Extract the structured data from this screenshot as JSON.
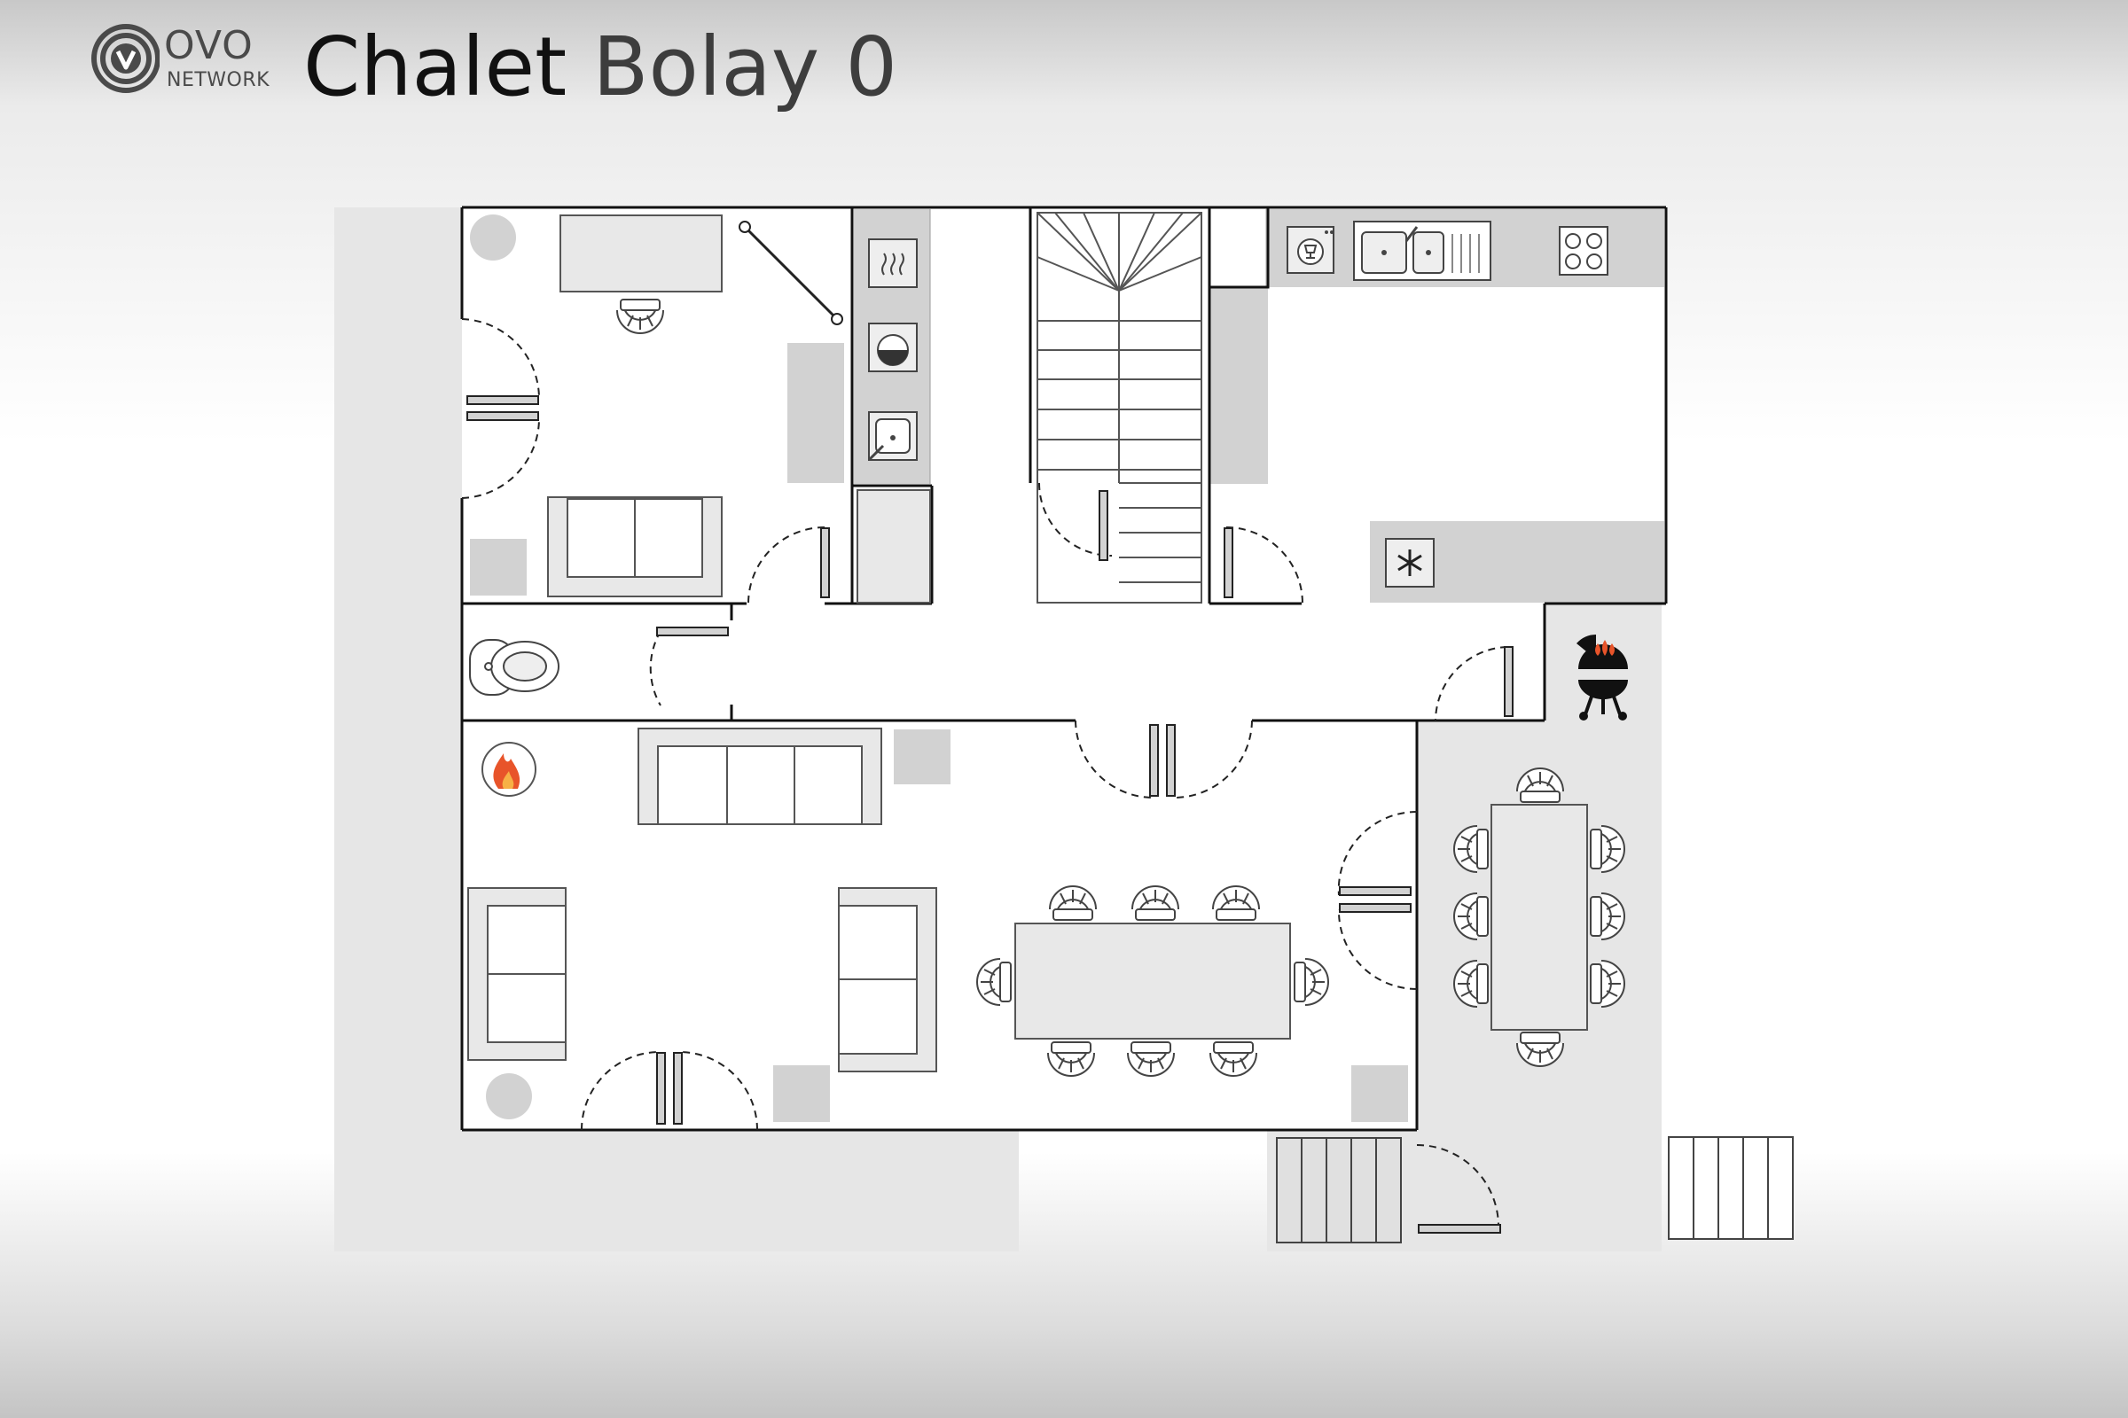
{
  "header": {
    "brand_top": "OVO",
    "brand_bottom": "NETWORK",
    "title_main": "Chalet",
    "title_sub": "Bolay 0"
  },
  "colors": {
    "wall": "#111111",
    "fixture_fill": "#d2d2d2",
    "outdoor_fill": "#e6e6e6",
    "line": "#666666",
    "fire": "#e8542a"
  },
  "icons": [
    "ovo-network-logo",
    "dryer-icon",
    "washing-machine-icon",
    "sink-icon",
    "dishwasher-icon",
    "kitchen-sink-icon",
    "cooktop-icon",
    "freezer-icon",
    "fireplace-icon",
    "barbecue-icon",
    "toilet-icon"
  ]
}
